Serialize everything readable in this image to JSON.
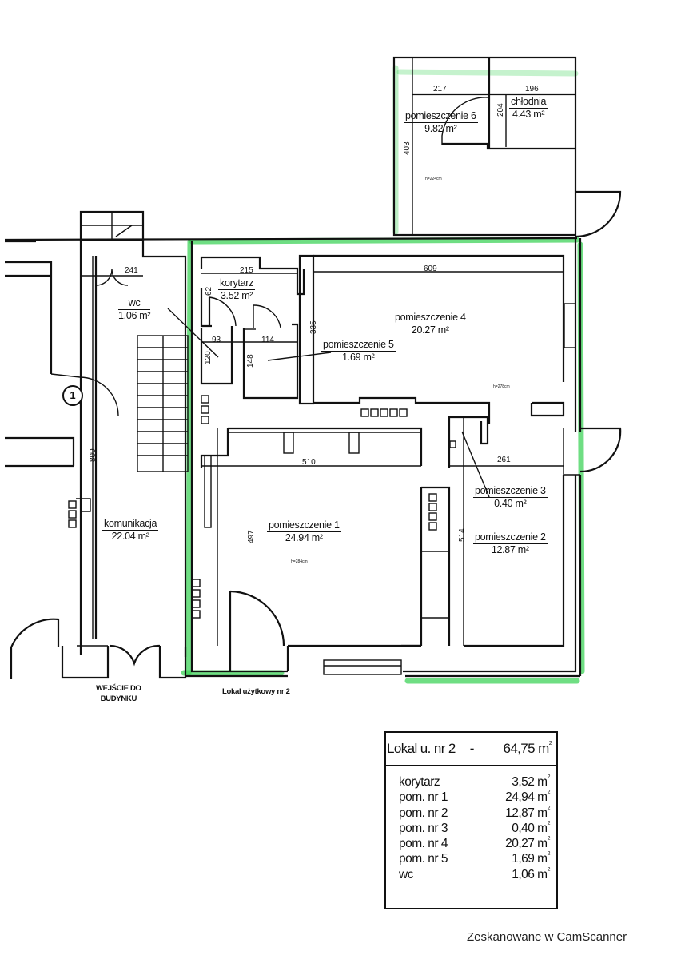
{
  "plan": {
    "rooms": [
      {
        "id": "pomieszczenie-6",
        "name": "pomieszczenie 6",
        "area": "9.82 m²"
      },
      {
        "id": "chlodnia",
        "name": "chłodnia",
        "area": "4.43 m²"
      },
      {
        "id": "wc",
        "name": "wc",
        "area": "1.06 m²"
      },
      {
        "id": "korytarz",
        "name": "korytarz",
        "area": "3.52 m²"
      },
      {
        "id": "pomieszczenie-4",
        "name": "pomieszczenie 4",
        "area": "20.27 m²"
      },
      {
        "id": "pomieszczenie-5",
        "name": "pomieszczenie 5",
        "area": "1.69 m²"
      },
      {
        "id": "komunikacja",
        "name": "komunikacja",
        "area": "22.04 m²"
      },
      {
        "id": "pomieszczenie-1",
        "name": "pomieszczenie 1",
        "area": "24.94 m²"
      },
      {
        "id": "pomieszczenie-3",
        "name": "pomieszczenie 3",
        "area": "0.40 m²"
      },
      {
        "id": "pomieszczenie-2",
        "name": "pomieszczenie 2",
        "area": "12.87 m²"
      }
    ],
    "dimensions": {
      "d217": "217",
      "d196": "196",
      "d204": "204",
      "d403": "403",
      "d241": "241",
      "d215": "215",
      "d62": "62",
      "d335": "335",
      "d609": "609",
      "d93": "93",
      "d114": "114",
      "d120": "120",
      "d148": "148",
      "d809": "809",
      "d510": "510",
      "d497": "497",
      "d261": "261",
      "d514": "514"
    },
    "heights": {
      "h6": "h=224cm",
      "h4": "h=278cm",
      "h1": "h=284cm"
    },
    "staircase_marker": "1",
    "entrance_label_line1": "WEJŚCIE DO",
    "entrance_label_line2": "BUDYNKU",
    "unit_label": "Lokal użytkowy nr 2",
    "highlight_color": "#3fd35a"
  },
  "summary_table": {
    "title": "Lokal u. nr 2",
    "dash": "-",
    "total": "64,75 m",
    "total_sup": "2",
    "rows": [
      {
        "label": "korytarz",
        "value": "3,52 m",
        "sup": "2"
      },
      {
        "label": "pom. nr 1",
        "value": "24,94 m",
        "sup": "2"
      },
      {
        "label": "pom. nr 2",
        "value": "12,87 m",
        "sup": "2"
      },
      {
        "label": "pom. nr 3",
        "value": "0,40 m",
        "sup": "2"
      },
      {
        "label": "pom. nr 4",
        "value": "20,27 m",
        "sup": "2"
      },
      {
        "label": "pom. nr 5",
        "value": "1,69 m",
        "sup": "2"
      },
      {
        "label": "wc",
        "value": "1,06 m",
        "sup": "2"
      }
    ]
  },
  "footer": {
    "scanner_note": "Zeskanowane w CamScanner"
  }
}
